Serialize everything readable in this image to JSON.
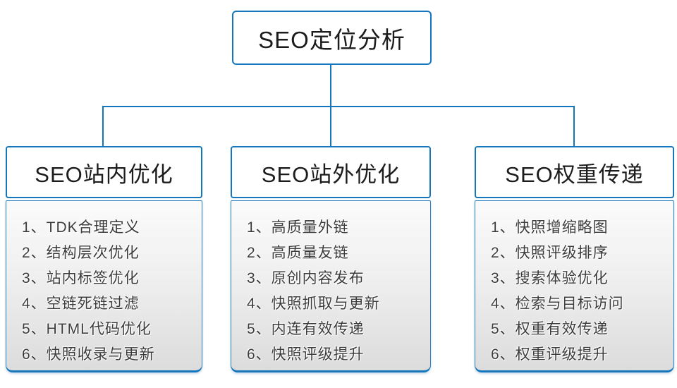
{
  "diagram": {
    "root": {
      "title": "SEO定位分析"
    },
    "columns": [
      {
        "title": "SEO站内优化",
        "items": [
          "1、TDK合理定义",
          "2、结构层次优化",
          "3、站内标签优化",
          "4、空链死链过滤",
          "5、HTML代码优化",
          "6、快照收录与更新"
        ]
      },
      {
        "title": "SEO站外优化",
        "items": [
          "1、高质量外链",
          "2、高质量友链",
          "3、原创内容发布",
          "4、快照抓取与更新",
          "5、内连有效传递",
          "6、快照评级提升"
        ]
      },
      {
        "title": "SEO权重传递",
        "items": [
          "1、快照增缩略图",
          "2、快照评级排序",
          "3、搜索体验优化",
          "4、检索与目标访问",
          "5、权重有效传递",
          "6、权重评级提升"
        ]
      }
    ],
    "colors": {
      "accent_blue": "#1477be",
      "heading_text": "#1c1c1c",
      "list_text": "#3c3c3c",
      "panel_gradient_top": "#fbfbfb",
      "panel_gradient_bottom": "#dcdcdc",
      "background": "#ffffff"
    }
  }
}
